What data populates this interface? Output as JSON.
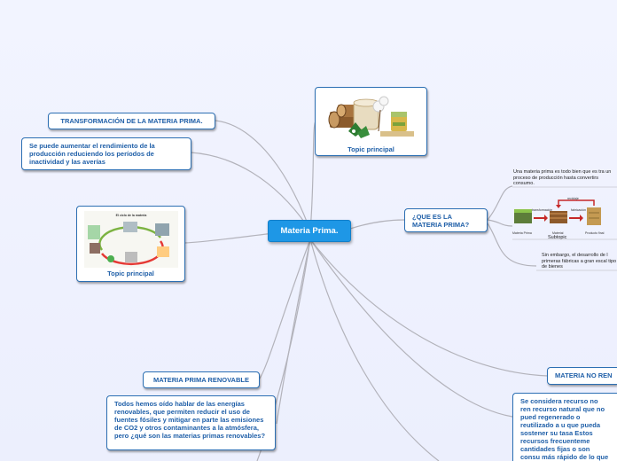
{
  "center": {
    "label": "Materia Prima."
  },
  "nodes": {
    "transformacion": "TRANSFORMACIÓN DE LA MATERIA PRIMA.",
    "rendimiento": "Se puede aumentar el rendimiento de la producción reduciendo los períodos de inactividad y las averías",
    "topic_top": "Topic principal",
    "topic_left": "Topic principal",
    "que_es": "¿QUE ES LA MATERIA PRIMA?",
    "que_es_text": "Una materia prima es todo bien que es tra un proceso de producción hasta convertirs consumo.",
    "subtopic": "Subtopic",
    "sin_embargo": "Sin embargo, el desarrollo de l primeras fábricas a gran escal tipo de bienes",
    "renovable": "MATERIA PRIMA RENOVABLE",
    "renovable_text": "Todos hemos oído hablar de las energías renovables, que permiten reducir el uso de fuentes fósiles y mitigar en parte las emisiones de CO2 y otros contaminantes a la atmósfera, pero ¿qué son las materias primas renovables?",
    "no_renovable": "MATERIA NO REN",
    "no_renovable_text": "Se considera recurso no ren recurso natural que no pued regenerado o reutilizado a u que pueda sostener su tasa Estos recursos frecuenteme cantidades fijas o son consu más rápido de lo que la natu recrearlos."
  },
  "diagram_labels": {
    "a": "Materia Prima",
    "b": "Material",
    "c": "Producto final",
    "d": "transformación",
    "e": "fabricación",
    "f": "reciclaje"
  },
  "cycle_title": "El ciclo de la materia",
  "colors": {
    "center_fill": "#1e97e6",
    "node_border": "#2c6fb3",
    "node_text": "#1f5fa8",
    "link": "#b3b3bb",
    "arrow_red": "#c62828"
  }
}
